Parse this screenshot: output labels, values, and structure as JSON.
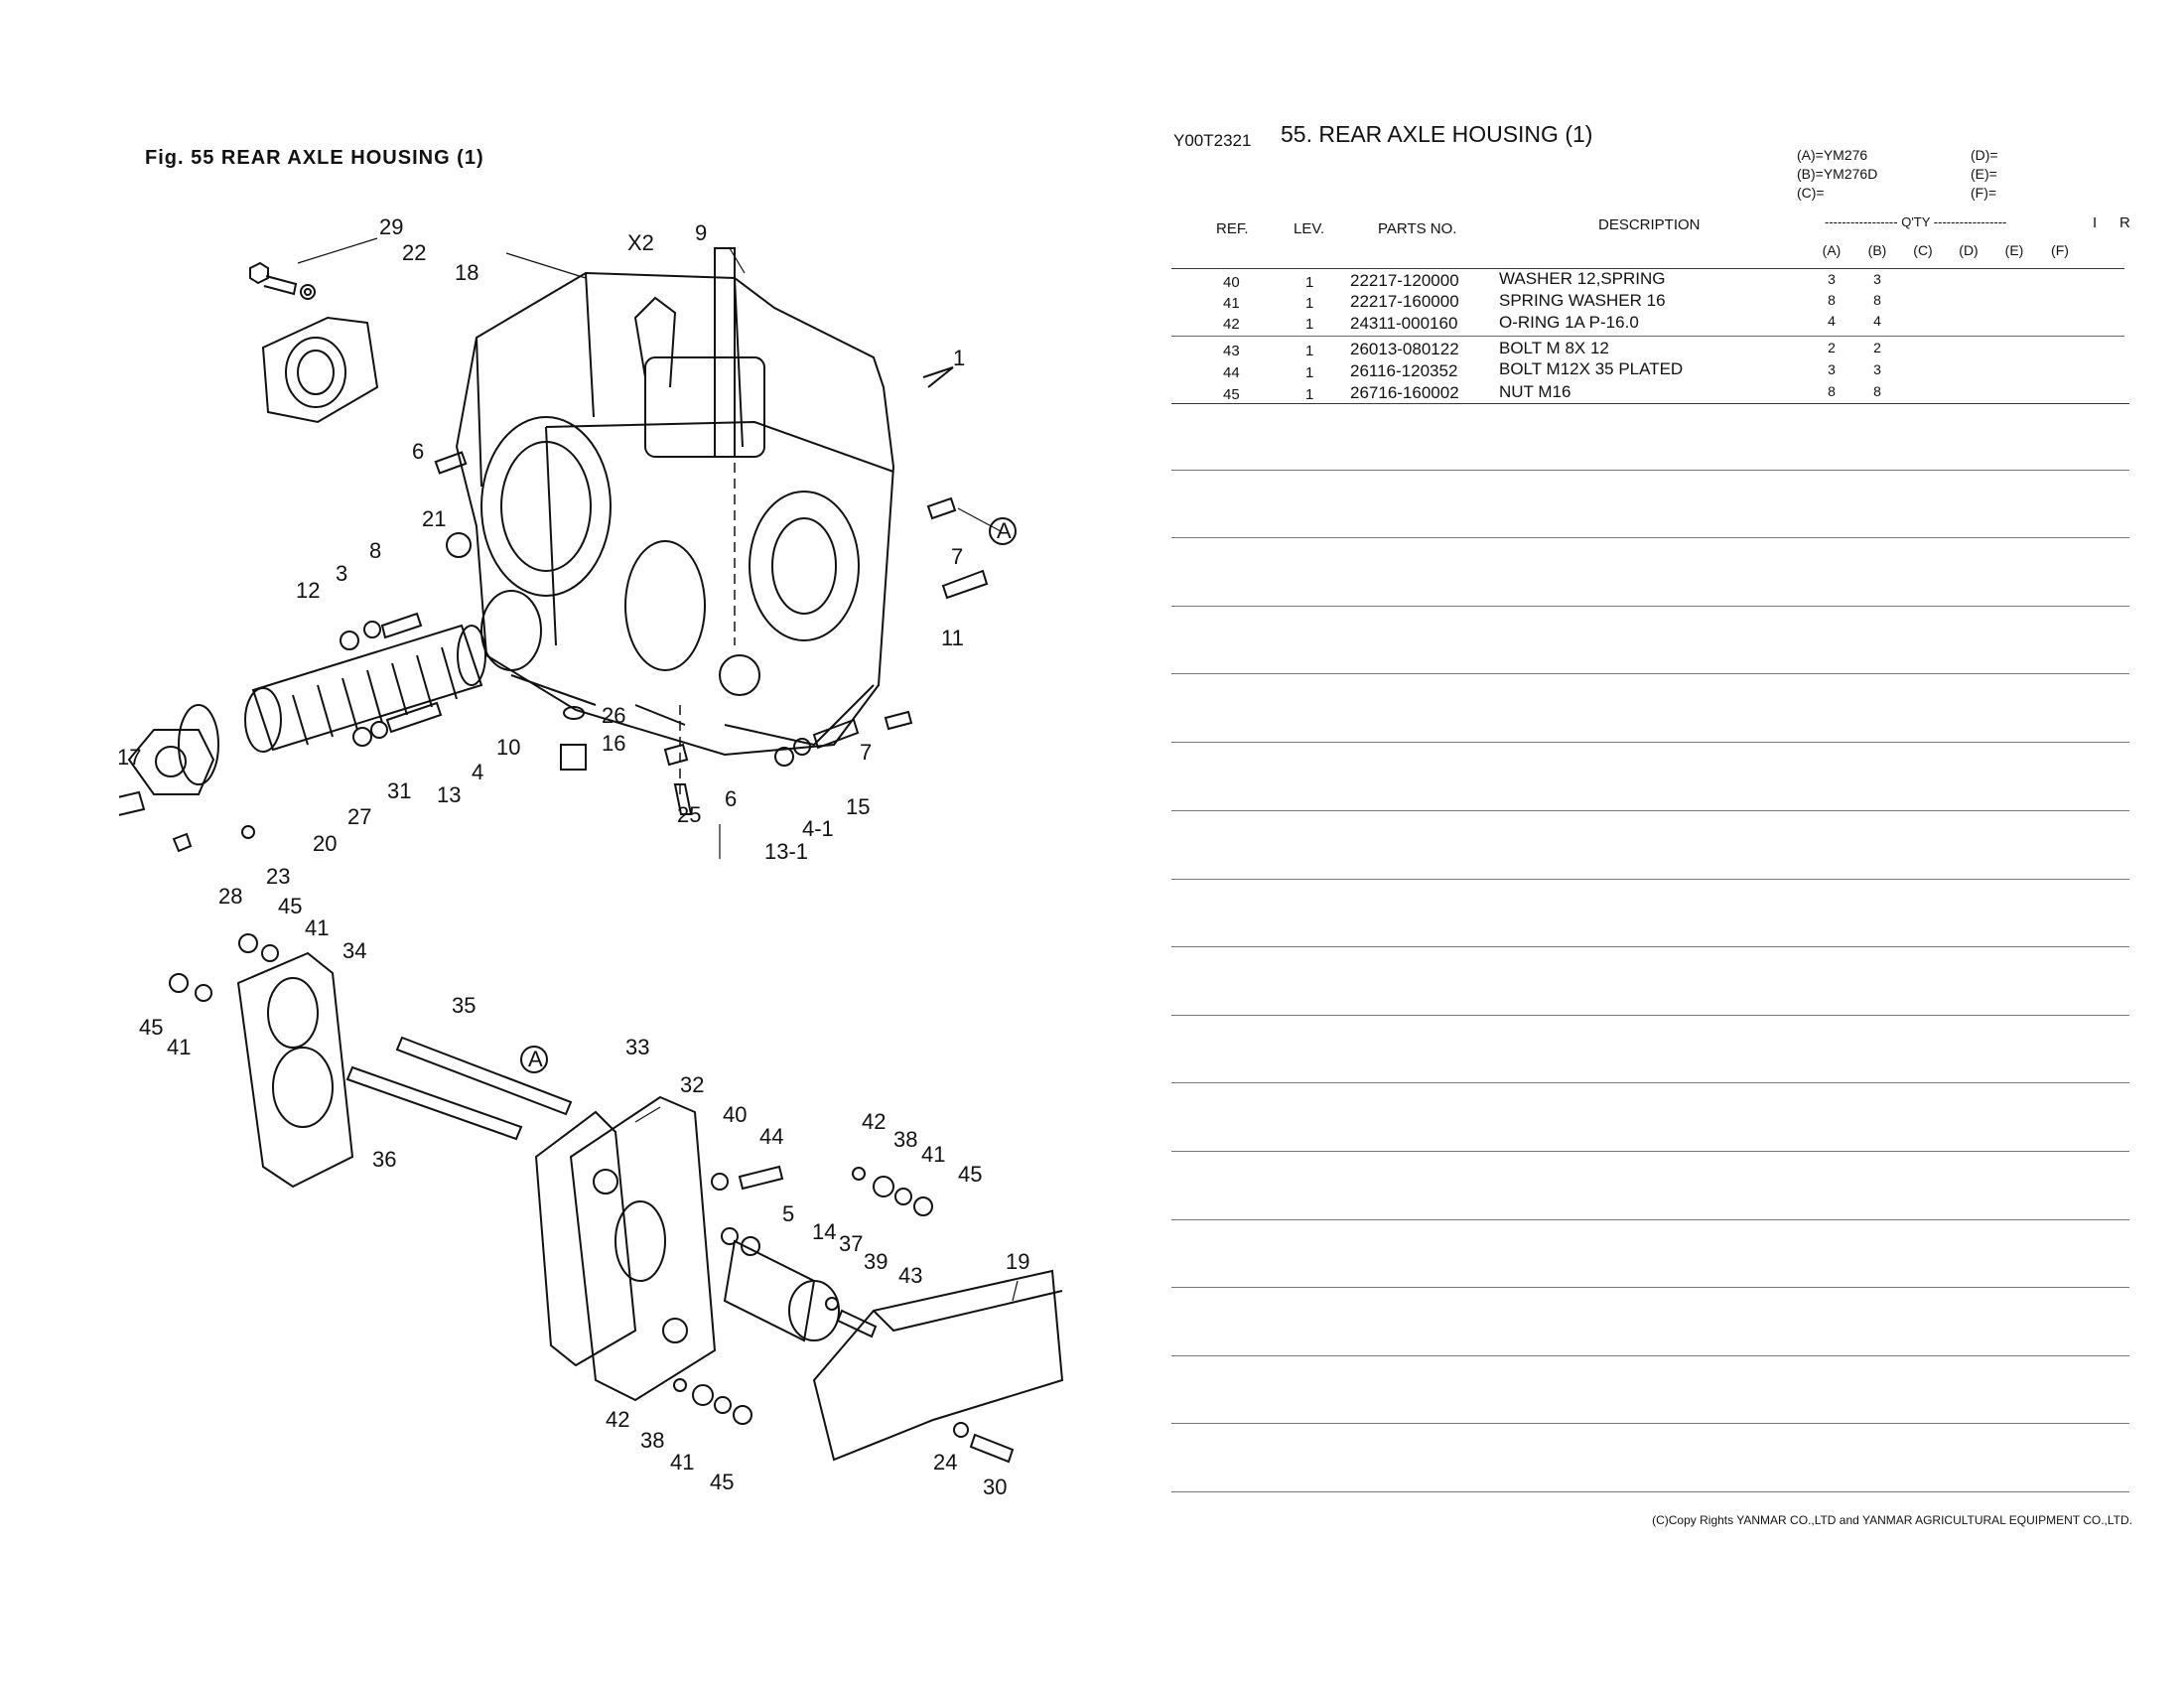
{
  "figure": {
    "title": "Fig. 55  REAR AXLE HOUSING (1)",
    "callouts": [
      {
        "id": "29",
        "t": "29"
      },
      {
        "id": "22",
        "t": "22"
      },
      {
        "id": "18",
        "t": "18"
      },
      {
        "id": "x2",
        "t": "X2"
      },
      {
        "id": "9",
        "t": "9"
      },
      {
        "id": "1",
        "t": "1"
      },
      {
        "id": "6a",
        "t": "6"
      },
      {
        "id": "21",
        "t": "21"
      },
      {
        "id": "a1",
        "t": "A"
      },
      {
        "id": "7a",
        "t": "7"
      },
      {
        "id": "3",
        "t": "3"
      },
      {
        "id": "8",
        "t": "8"
      },
      {
        "id": "12",
        "t": "12"
      },
      {
        "id": "11",
        "t": "11"
      },
      {
        "id": "26",
        "t": "26"
      },
      {
        "id": "16",
        "t": "16"
      },
      {
        "id": "10",
        "t": "10"
      },
      {
        "id": "7b",
        "t": "7"
      },
      {
        "id": "17",
        "t": "17"
      },
      {
        "id": "4a",
        "t": "4"
      },
      {
        "id": "13a",
        "t": "13"
      },
      {
        "id": "31",
        "t": "31"
      },
      {
        "id": "27",
        "t": "27"
      },
      {
        "id": "20",
        "t": "20"
      },
      {
        "id": "25",
        "t": "25"
      },
      {
        "id": "6b",
        "t": "6"
      },
      {
        "id": "15",
        "t": "15"
      },
      {
        "id": "41b",
        "t": "4-1"
      },
      {
        "id": "131",
        "t": "13-1"
      },
      {
        "id": "28",
        "t": "28"
      },
      {
        "id": "23",
        "t": "23"
      },
      {
        "id": "45a",
        "t": "45"
      },
      {
        "id": "41a",
        "t": "41"
      },
      {
        "id": "34",
        "t": "34"
      },
      {
        "id": "45b",
        "t": "45"
      },
      {
        "id": "41c",
        "t": "41"
      },
      {
        "id": "35",
        "t": "35"
      },
      {
        "id": "a2",
        "t": "A"
      },
      {
        "id": "33",
        "t": "33"
      },
      {
        "id": "32",
        "t": "32"
      },
      {
        "id": "40",
        "t": "40"
      },
      {
        "id": "44",
        "t": "44"
      },
      {
        "id": "42a",
        "t": "42"
      },
      {
        "id": "38a",
        "t": "38"
      },
      {
        "id": "41d",
        "t": "41"
      },
      {
        "id": "45c",
        "t": "45"
      },
      {
        "id": "36",
        "t": "36"
      },
      {
        "id": "5",
        "t": "5"
      },
      {
        "id": "14",
        "t": "14"
      },
      {
        "id": "37",
        "t": "37"
      },
      {
        "id": "39",
        "t": "39"
      },
      {
        "id": "43",
        "t": "43"
      },
      {
        "id": "19",
        "t": "19"
      },
      {
        "id": "42b",
        "t": "42"
      },
      {
        "id": "38b",
        "t": "38"
      },
      {
        "id": "41e",
        "t": "41"
      },
      {
        "id": "45d",
        "t": "45"
      },
      {
        "id": "24",
        "t": "24"
      },
      {
        "id": "30",
        "t": "30"
      }
    ]
  },
  "parts_list": {
    "code": "Y00T2321",
    "title": "55.  REAR AXLE HOUSING (1)",
    "models": [
      {
        "label": "(A)=YM276"
      },
      {
        "label": "(B)=YM276D"
      },
      {
        "label": "(C)="
      },
      {
        "label": "(D)="
      },
      {
        "label": "(E)="
      },
      {
        "label": "(F)="
      }
    ],
    "headers": {
      "ref": "REF.",
      "lev": "LEV.",
      "parts_no": "PARTS NO.",
      "description": "DESCRIPTION",
      "qty": "----------------- Q'TY -----------------",
      "i": "I",
      "r": "R",
      "cols": [
        "(A)",
        "(B)",
        "(C)",
        "(D)",
        "(E)",
        "(F)"
      ]
    },
    "rows": [
      {
        "ref": "40",
        "lev": "1",
        "part": "22217-120000",
        "desc": "WASHER 12,SPRING",
        "a": "3",
        "b": "3"
      },
      {
        "ref": "41",
        "lev": "1",
        "part": "22217-160000",
        "desc": "SPRING WASHER 16",
        "a": "8",
        "b": "8"
      },
      {
        "ref": "42",
        "lev": "1",
        "part": "24311-000160",
        "desc": "O-RING 1A P-16.0",
        "a": "4",
        "b": "4"
      },
      {
        "ref": "43",
        "lev": "1",
        "part": "26013-080122",
        "desc": "BOLT M 8X 12",
        "a": "2",
        "b": "2"
      },
      {
        "ref": "44",
        "lev": "1",
        "part": "26116-120352",
        "desc": "BOLT M12X 35 PLATED",
        "a": "3",
        "b": "3"
      },
      {
        "ref": "45",
        "lev": "1",
        "part": "26716-160002",
        "desc": "NUT M16",
        "a": "8",
        "b": "8"
      }
    ]
  },
  "footer": "(C)Copy Rights  YANMAR CO.,LTD and YANMAR AGRICULTURAL EQUIPMENT CO.,LTD."
}
